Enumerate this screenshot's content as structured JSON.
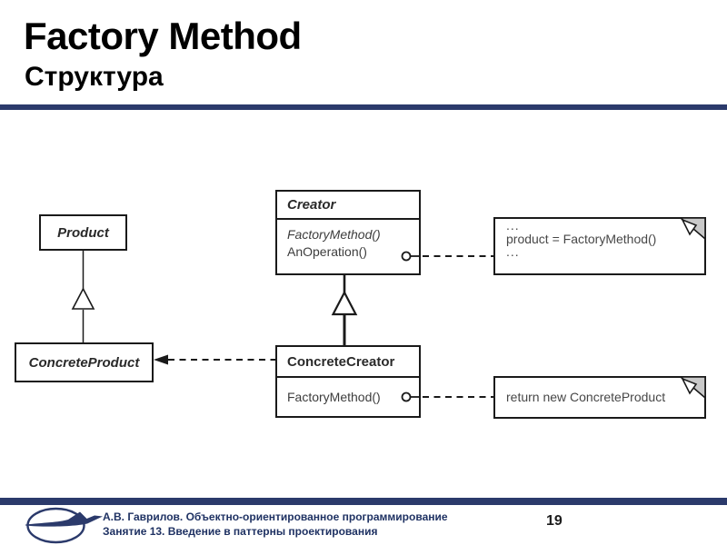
{
  "slide": {
    "title": "Factory Method",
    "subtitle": "Структура",
    "page_number": "19",
    "footer_line1": "А.В. Гаврилов. Объектно-ориентированное программирование",
    "footer_line2": "Занятие 13. Введение в паттерны проектирования"
  },
  "colors": {
    "accent_navy": "#2b3a6b",
    "footer_text_navy": "#1f3263",
    "diagram_stroke": "#1a1a1a",
    "diagram_text": "#3d3d3d",
    "note_fold_gray": "#c9c9c9"
  },
  "diagram": {
    "type": "uml-class-diagram",
    "pattern": "Factory Method",
    "classes": [
      {
        "name": "Product",
        "abstract": true,
        "methods": []
      },
      {
        "name": "Creator",
        "abstract": true,
        "methods": [
          {
            "name": "FactoryMethod()",
            "abstract": true
          },
          {
            "name": "AnOperation()",
            "abstract": false
          }
        ]
      },
      {
        "name": "ConcreteProduct",
        "abstract": false,
        "methods": []
      },
      {
        "name": "ConcreteCreator",
        "abstract": false,
        "methods": [
          {
            "name": "FactoryMethod()",
            "abstract": false
          }
        ]
      }
    ],
    "relations": [
      {
        "from": "ConcreteProduct",
        "to": "Product",
        "type": "inheritance"
      },
      {
        "from": "ConcreteCreator",
        "to": "Creator",
        "type": "inheritance"
      },
      {
        "from": "ConcreteCreator",
        "to": "ConcreteProduct",
        "type": "creates-dashed-arrow"
      }
    ],
    "notes": [
      {
        "line1": "...",
        "line2": "product = FactoryMethod()",
        "line3": "...",
        "attached_to": "Creator.AnOperation()"
      },
      {
        "line1": "return new ConcreteProduct",
        "attached_to": "ConcreteCreator.FactoryMethod()"
      }
    ]
  }
}
